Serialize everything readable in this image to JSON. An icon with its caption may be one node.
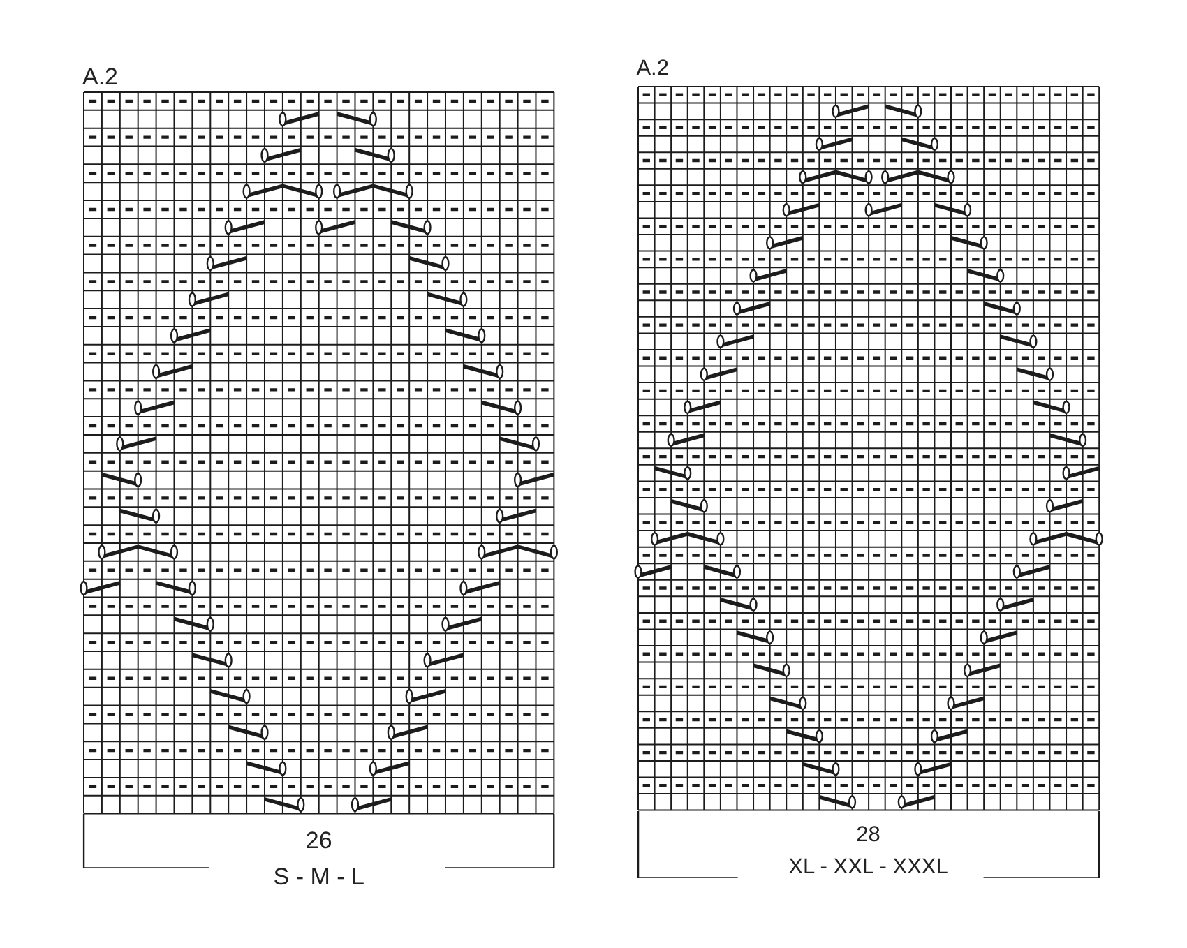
{
  "diagram": {
    "labels": [
      "A.2",
      "26",
      "S - M - L",
      "A.2",
      "28",
      "XL - XXL - XXXL"
    ]
  }
}
